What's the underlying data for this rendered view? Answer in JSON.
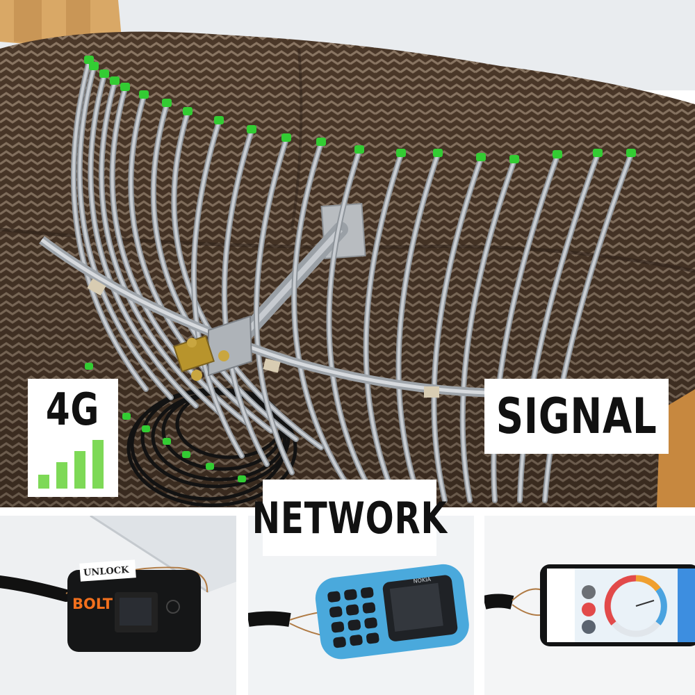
{
  "labels": {
    "technology": "4G",
    "signal": "SIGNAL",
    "network": "NETWORK"
  },
  "signal_indicator": {
    "bars": 4,
    "color": "#7ed957"
  },
  "devices": {
    "modem_brand": "BOLT",
    "modem_sticker": "UNLOCK",
    "phone_brand": "NOKIA"
  },
  "colors": {
    "antenna_cap": "#33cc33",
    "antenna_rod": "#c9cdd2",
    "couch": "#5a4535",
    "phone_body": "#4aa9dc"
  }
}
